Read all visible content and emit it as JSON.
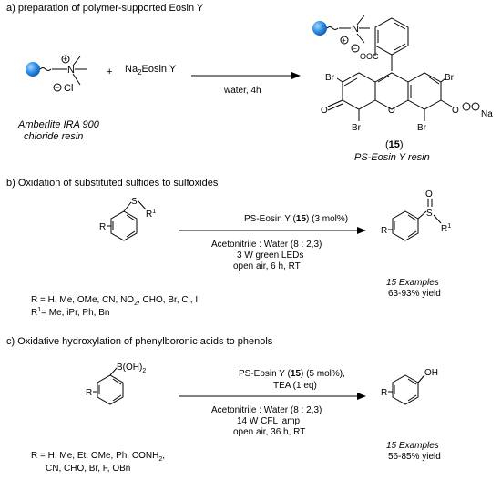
{
  "section_a": {
    "title": "a) preparation of polymer-supported Eosin Y",
    "resin_label_line1": "Amberlite IRA 900",
    "resin_label_line2": "chloride resin",
    "plus": "+",
    "reagent": "Na",
    "reagent_sub": "2",
    "reagent_rest": "Eosin Y",
    "condition": "water, 4h",
    "product_number": "15",
    "product_name": "PS-Eosin Y resin",
    "atoms": {
      "n": "N",
      "cl": "Cl",
      "charge_plus": "+",
      "charge_minus": "−",
      "br": "Br",
      "o": "O",
      "o_minus": "O",
      "na": "Na",
      "ooc": "OOC"
    }
  },
  "section_b": {
    "title": "b) Oxidation of substituted sulfides to sulfoxides",
    "catalyst": "PS-Eosin Y (",
    "catalyst_num": "15",
    "catalyst_loading": ") (3 mol%)",
    "condition_line1": "Acetonitrile : Water (8 : 2,3)",
    "condition_line2": "3 W green LEDs",
    "condition_line3": "open air, 6 h, RT",
    "examples": "15 Examples",
    "yield": "63-93% yield",
    "r_groups_line1": "R = H, Me, OMe, CN, NO",
    "r_groups_line1_sub": "2",
    "r_groups_line1_rest": ", CHO, Br, Cl, I",
    "r1_groups": "R",
    "r1_groups_sup": "1",
    "r1_groups_rest": "= Me, iPr, Ph, Bn",
    "atoms": {
      "s": "S",
      "o": "O",
      "r": "R",
      "r1": "R",
      "one": "1"
    }
  },
  "section_c": {
    "title": "c) Oxidative hydroxylation of phenylboronic acids to phenols",
    "catalyst": "PS-Eosin Y  (",
    "catalyst_num": "15",
    "catalyst_loading": ")  (5 mol%),",
    "base": "TEA (1 eq)",
    "condition_line1": "Acetonitrile : Water (8 : 2,3)",
    "condition_line2": "14 W CFL lamp",
    "condition_line3": "open air, 36 h, RT",
    "examples": "15 Examples",
    "yield": "56-85% yield",
    "r_groups_line1": "R = H, Me, Et, OMe, Ph, CONH",
    "r_groups_line1_sub": "2",
    "r_groups_line1_rest": ",",
    "r_groups_line2": "CN, CHO, Br, F, OBn",
    "atoms": {
      "boh": "B(OH)",
      "boh_sub": "2",
      "oh": "OH",
      "r": "R"
    }
  }
}
